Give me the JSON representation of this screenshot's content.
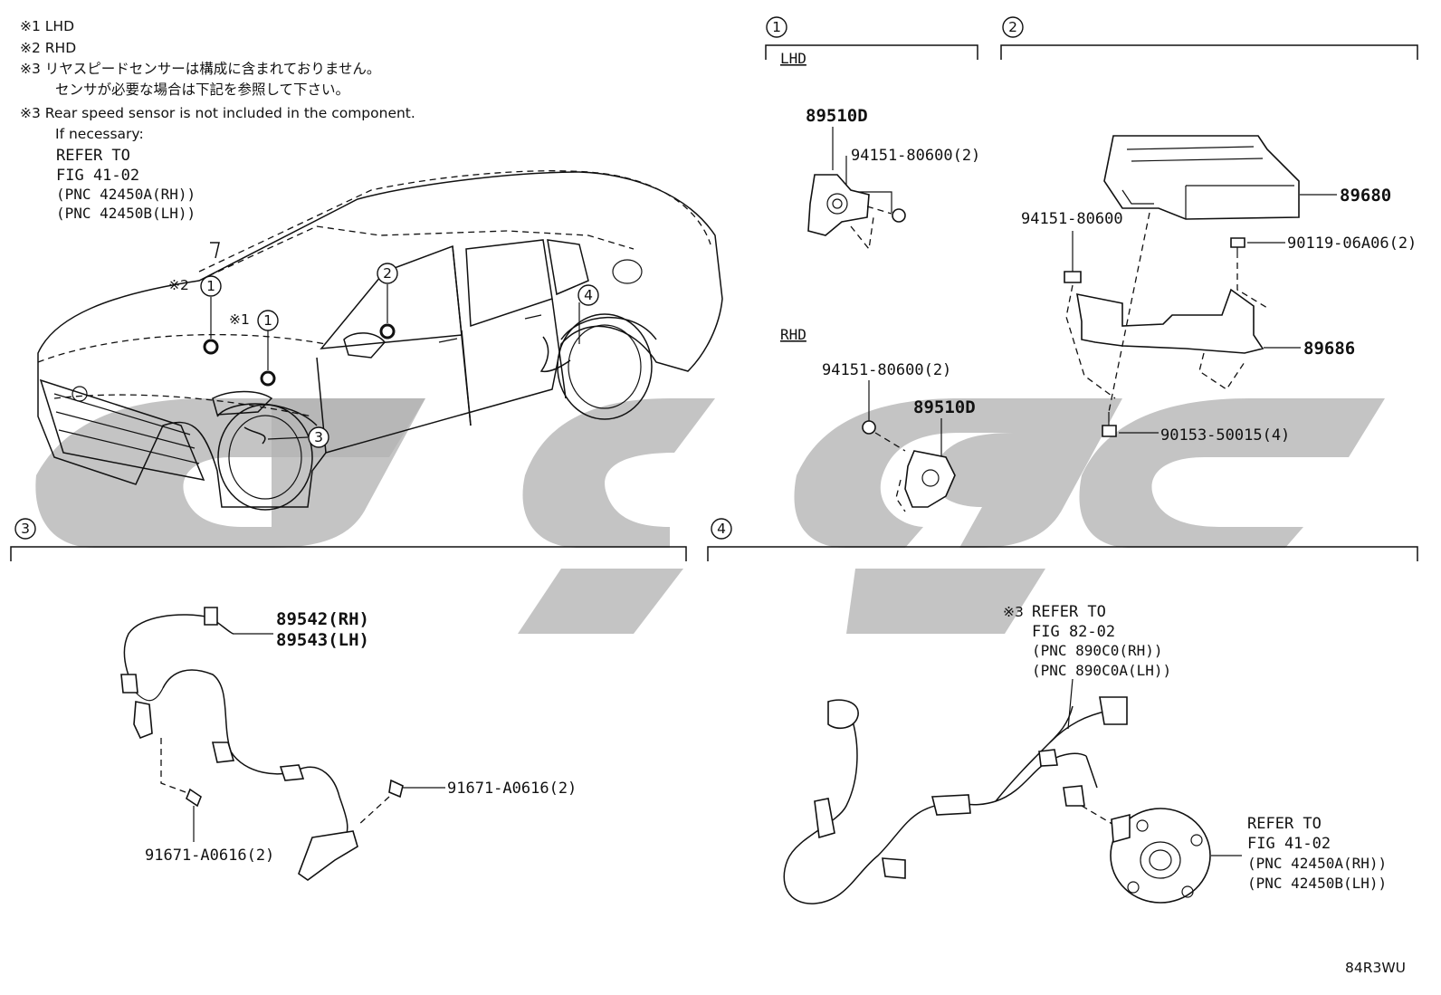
{
  "notes": {
    "n1": "※1 LHD",
    "n2": "※2 RHD",
    "n3_jp_line1": "※3 リヤスピードセンサーは構成に含まれておりません。",
    "n3_jp_line2": "センサが必要な場合は下記を参照して下さい。",
    "n3_en_line1": "※3 Rear speed sensor is not included in the component.",
    "n3_en_line2": "If necessary:",
    "refer_line1": "REFER TO",
    "refer_line2": "FIG 41-02",
    "refer_line3": "(PNC 42450A(RH))",
    "refer_line4": "(PNC 42450B(LH))"
  },
  "car": {
    "callout_1_rhd": "1",
    "callout_1_lhd": "1",
    "callout_2": "2",
    "callout_3": "3",
    "callout_4": "4",
    "mark_rhd": "※2",
    "mark_lhd": "※1"
  },
  "section1": {
    "number": "1",
    "lhd_label": "LHD",
    "rhd_label": "RHD",
    "lhd_part": "89510D",
    "lhd_nut": "94151-80600(2)",
    "rhd_nut": "94151-80600(2)",
    "rhd_part": "89510D"
  },
  "section2": {
    "number": "2",
    "ecu": "89680",
    "nut": "94151-80600",
    "bolt_top": "90119-06A06(2)",
    "bracket": "89686",
    "bolt_bottom": "90153-50015(4)"
  },
  "section3": {
    "number": "3",
    "sensor_rh": "89542(RH)",
    "sensor_lh": "89543(LH)",
    "bolt_right": "91671-A0616(2)",
    "bolt_left": "91671-A0616(2)"
  },
  "section4": {
    "number": "4",
    "refer_mark": "※3",
    "refer_a1": "REFER TO",
    "refer_a2": "FIG 82-02",
    "refer_a3": "(PNC 890C0(RH))",
    "refer_a4": "(PNC 890C0A(LH))",
    "refer_b1": "REFER TO",
    "refer_b2": "FIG 41-02",
    "refer_b3": "(PNC 42450A(RH))",
    "refer_b4": "(PNC 42450B(LH))"
  },
  "footer_code": "84R3WU",
  "watermark_color": "#b4b4b4"
}
